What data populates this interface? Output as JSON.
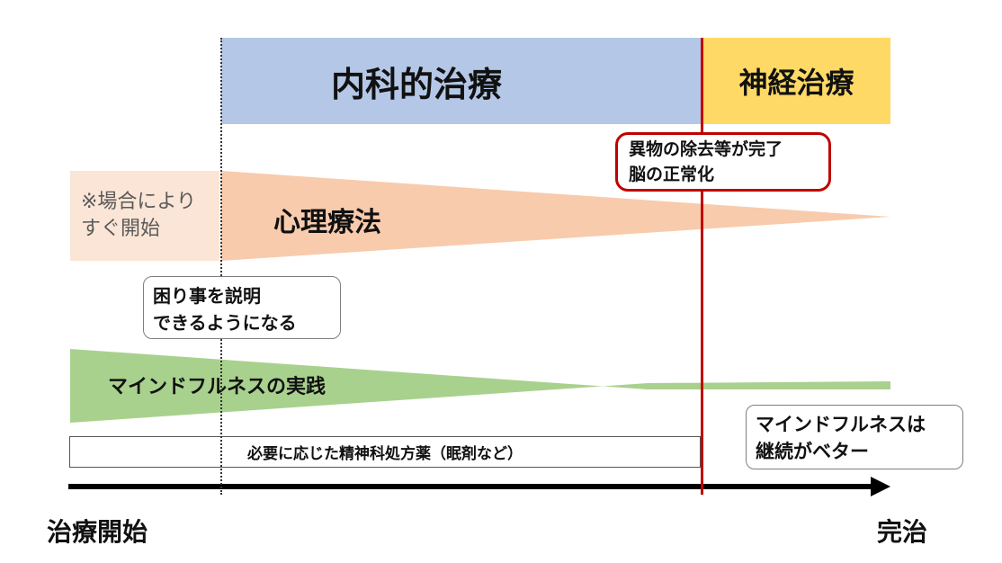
{
  "phases": {
    "medical": {
      "label": "内科的治療",
      "color": "#b4c7e7"
    },
    "neuro": {
      "label": "神経治療",
      "color": "#ffd966"
    }
  },
  "psychotherapy": {
    "label": "心理療法",
    "note_line1": "※場合により",
    "note_line2": "すぐ開始",
    "color": "#f8cbad",
    "note_band_color": "#fbe5d6"
  },
  "callouts": {
    "explain_line1": "困り事を説明",
    "explain_line2": "できるようになる",
    "continue_line1": "マインドフルネスは",
    "continue_line2": "継続がベター"
  },
  "mindfulness": {
    "label": "マインドフルネスの実践",
    "color": "#a9d18e"
  },
  "prescription": {
    "label": "必要に応じた精神科処方薬（眠剤など）"
  },
  "milestone": {
    "line1": "異物の除去等が完了",
    "line2": "脳の正常化",
    "color": "#c00000"
  },
  "timeline": {
    "start": "治療開始",
    "end": "完治"
  }
}
